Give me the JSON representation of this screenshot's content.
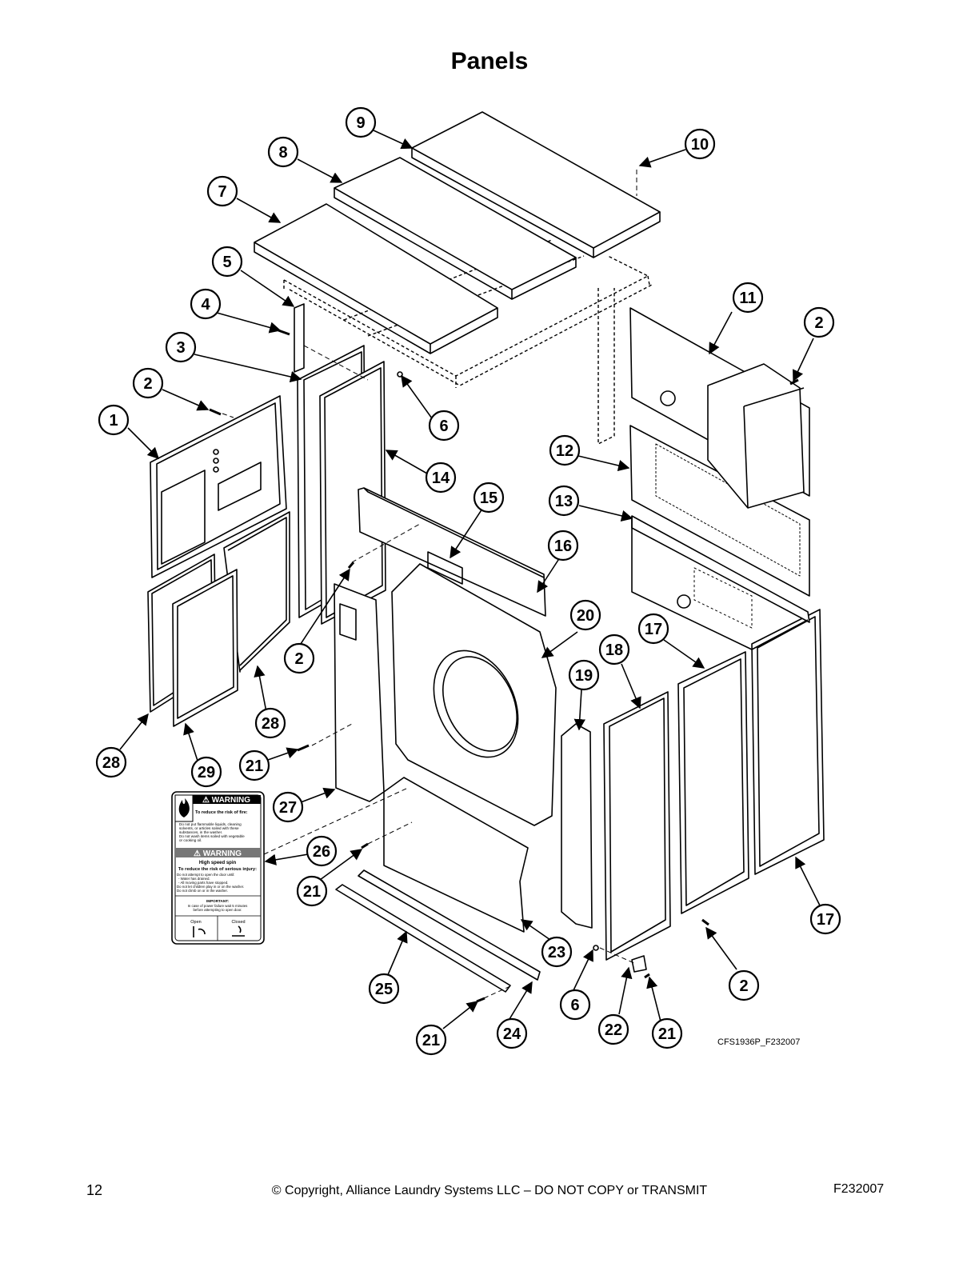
{
  "page": {
    "title": "Panels",
    "page_number": "12",
    "copyright": "© Copyright, Alliance Laundry Systems LLC – DO NOT COPY or TRANSMIT",
    "form_number": "F232007",
    "figure_code": "CFS1936P_F232007"
  },
  "callouts": [
    {
      "id": "c9",
      "label": "9"
    },
    {
      "id": "c10",
      "label": "10"
    },
    {
      "id": "c8",
      "label": "8"
    },
    {
      "id": "c7",
      "label": "7"
    },
    {
      "id": "c5",
      "label": "5"
    },
    {
      "id": "c4",
      "label": "4"
    },
    {
      "id": "c3",
      "label": "3"
    },
    {
      "id": "c2a",
      "label": "2"
    },
    {
      "id": "c1",
      "label": "1"
    },
    {
      "id": "c6a",
      "label": "6"
    },
    {
      "id": "c14",
      "label": "14"
    },
    {
      "id": "c11",
      "label": "11"
    },
    {
      "id": "c2b",
      "label": "2"
    },
    {
      "id": "c12",
      "label": "12"
    },
    {
      "id": "c13",
      "label": "13"
    },
    {
      "id": "c15",
      "label": "15"
    },
    {
      "id": "c16",
      "label": "16"
    },
    {
      "id": "c20",
      "label": "20"
    },
    {
      "id": "c17a",
      "label": "17"
    },
    {
      "id": "c18",
      "label": "18"
    },
    {
      "id": "c19",
      "label": "19"
    },
    {
      "id": "c2c",
      "label": "2"
    },
    {
      "id": "c28a",
      "label": "28"
    },
    {
      "id": "c28b",
      "label": "28"
    },
    {
      "id": "c29",
      "label": "29"
    },
    {
      "id": "c21a",
      "label": "21"
    },
    {
      "id": "c27",
      "label": "27"
    },
    {
      "id": "c26",
      "label": "26"
    },
    {
      "id": "c21b",
      "label": "21"
    },
    {
      "id": "c23",
      "label": "23"
    },
    {
      "id": "c25",
      "label": "25"
    },
    {
      "id": "c6b",
      "label": "6"
    },
    {
      "id": "c22",
      "label": "22"
    },
    {
      "id": "c21c",
      "label": "21"
    },
    {
      "id": "c24",
      "label": "24"
    },
    {
      "id": "c21d",
      "label": "21"
    },
    {
      "id": "c17b",
      "label": "17"
    },
    {
      "id": "c2d",
      "label": "2"
    }
  ],
  "warning_label": {
    "header1": "⚠ WARNING",
    "fire_title": "To reduce the risk of fire:",
    "fire_line1": "Do not put flammable liquids, cleaning",
    "fire_line2": "solvents, or articles soiled with these",
    "fire_line3": "substances, in the washer.",
    "fire_line4": "Do not wash items soiled with vegetable",
    "fire_line5": "or cooking oil.",
    "header2": "⚠ WARNING",
    "spin_title": "High speed spin",
    "injury_title": "To reduce the risk of serious injury:",
    "inj_line1": "Do not attempt to open the door until:",
    "inj_line2": "- Water has drained.",
    "inj_line3": "- All moving parts have stopped.",
    "inj_line4": "Do not let children play in or on the washer.",
    "inj_line5": "Do not climb on or in the washer.",
    "important": "IMPORTANT:",
    "imp_line1": "In case of power failure wait 5 minutes",
    "imp_line2": "before attempting to open door.",
    "open": "Open",
    "closed": "Closed"
  }
}
